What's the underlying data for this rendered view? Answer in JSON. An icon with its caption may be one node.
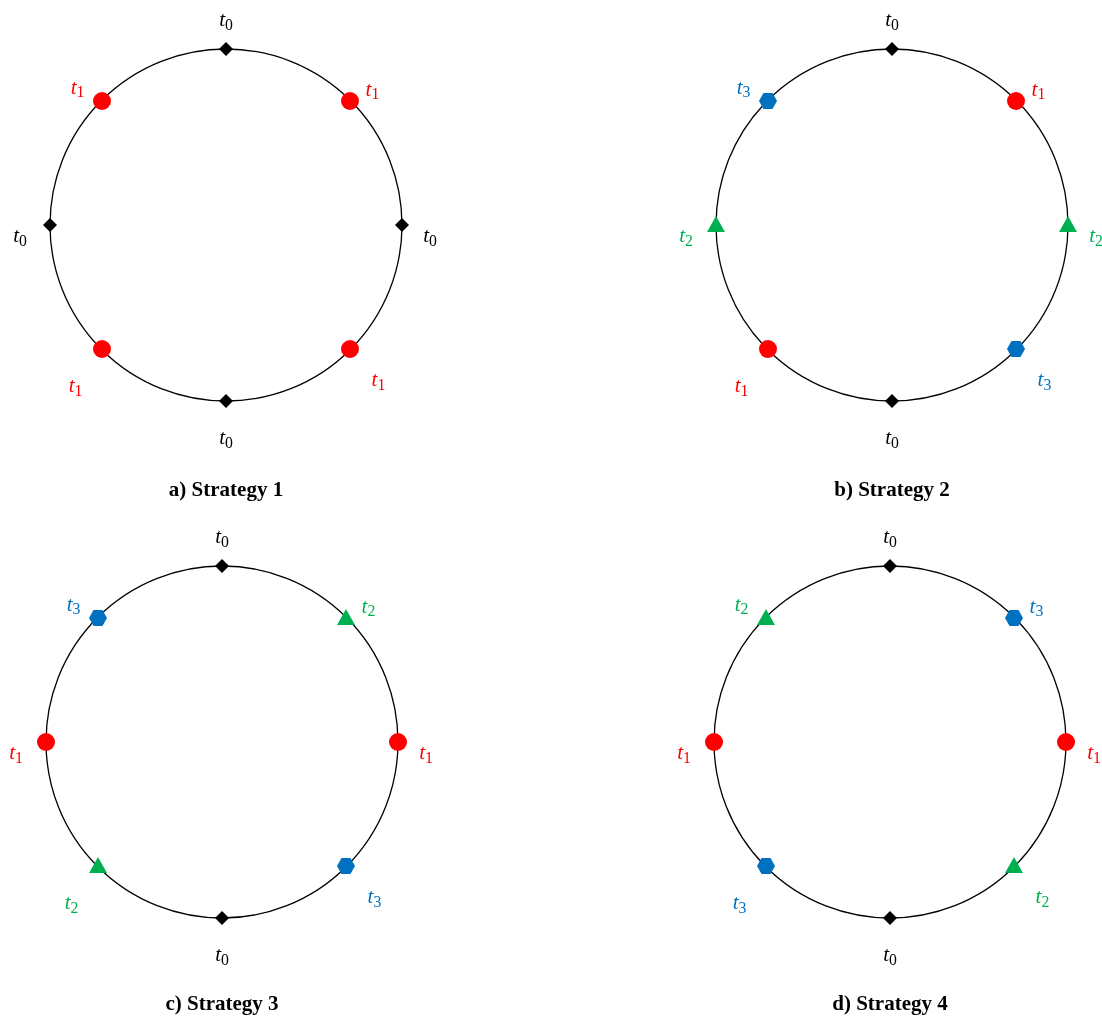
{
  "diagram": {
    "nodes": [
      {
        "text": [],
        "shape": "diamond",
        "beside": [
          "*t*$_{0}$"
        ]
      },
      {
        "text": [],
        "shape": "circle",
        "beside": [
          "*t*$_{1}$"
        ]
      },
      {
        "text": [],
        "shape": "diamond",
        "beside": [
          "*t*$_{0}$"
        ]
      },
      {
        "text": [],
        "shape": "circle",
        "beside": [
          "*t*$_{1}$"
        ]
      },
      {
        "text": [],
        "shape": "diamond",
        "beside": [
          "*t*$_{0}$"
        ]
      },
      {
        "text": [],
        "shape": "circle",
        "beside": [
          "*t*$_{1}$"
        ]
      },
      {
        "text": [],
        "shape": "diamond",
        "beside": [
          "*t*$_{0}$"
        ]
      },
      {
        "text": [],
        "shape": "circle",
        "beside": [
          "*t*$_{1}$"
        ]
      },
      {
        "text": [],
        "shape": "diamond",
        "beside": [
          "*t*$_{0}$"
        ]
      },
      {
        "text": [],
        "shape": "circle",
        "beside": [
          "*t*$_{1}$"
        ]
      },
      {
        "text": [],
        "shape": "triangle",
        "beside": [
          "*t*$_{2}$"
        ]
      },
      {
        "text": [],
        "shape": "hexagon",
        "beside": [
          "*t*$_{3}$"
        ]
      },
      {
        "text": [],
        "shape": "diamond",
        "beside": [
          "*t*$_{0}$"
        ]
      },
      {
        "text": [],
        "shape": "circle",
        "beside": [
          "*t*$_{1}$"
        ]
      },
      {
        "text": [],
        "shape": "triangle",
        "beside": [
          "*t*$_{2}$"
        ]
      },
      {
        "text": [],
        "shape": "hexagon",
        "beside": [
          "*t*$_{3}$"
        ]
      },
      {
        "text": [],
        "shape": "diamond",
        "beside": [
          "*t*$_{0}$"
        ]
      },
      {
        "text": [],
        "shape": "triangle",
        "beside": [
          "*t*$_{2}$"
        ]
      },
      {
        "text": [],
        "shape": "circle",
        "beside": [
          "*t*$_{1}$"
        ]
      },
      {
        "text": [],
        "shape": "hexagon",
        "beside": [
          "*t*$_{3}$"
        ]
      },
      {
        "text": [],
        "shape": "diamond",
        "beside": [
          "*t*$_{0}$"
        ]
      },
      {
        "text": [],
        "shape": "triangle",
        "beside": [
          "*t*$_{2}$"
        ]
      },
      {
        "text": [],
        "shape": "circle",
        "beside": [
          "*t*$_{1}$"
        ]
      },
      {
        "text": [],
        "shape": "hexagon",
        "beside": [
          "*t*$_{3}$"
        ]
      },
      {
        "text": [],
        "shape": "diamond",
        "beside": [
          "*t*$_{0}$"
        ]
      },
      {
        "text": [],
        "shape": "hexagon",
        "beside": [
          "*t*$_{3}$"
        ]
      },
      {
        "text": [],
        "shape": "circle",
        "beside": [
          "*t*$_{1}$"
        ]
      },
      {
        "text": [],
        "shape": "triangle",
        "beside": [
          "*t*$_{2}$"
        ]
      },
      {
        "text": [],
        "shape": "diamond",
        "beside": [
          "*t*$_{0}$"
        ]
      },
      {
        "text": [],
        "shape": "hexagon",
        "beside": [
          "*t*$_{3}$"
        ]
      },
      {
        "text": [],
        "shape": "circle",
        "beside": [
          "*t*$_{1}$"
        ]
      },
      {
        "text": [],
        "shape": "triangle",
        "beside": [
          "*t*$_{2}$"
        ]
      }
    ],
    "labels": [
      "a) Strategy 1",
      "b) Strategy 2",
      "c) Strategy 3",
      "d) Strategy 4"
    ]
  }
}
